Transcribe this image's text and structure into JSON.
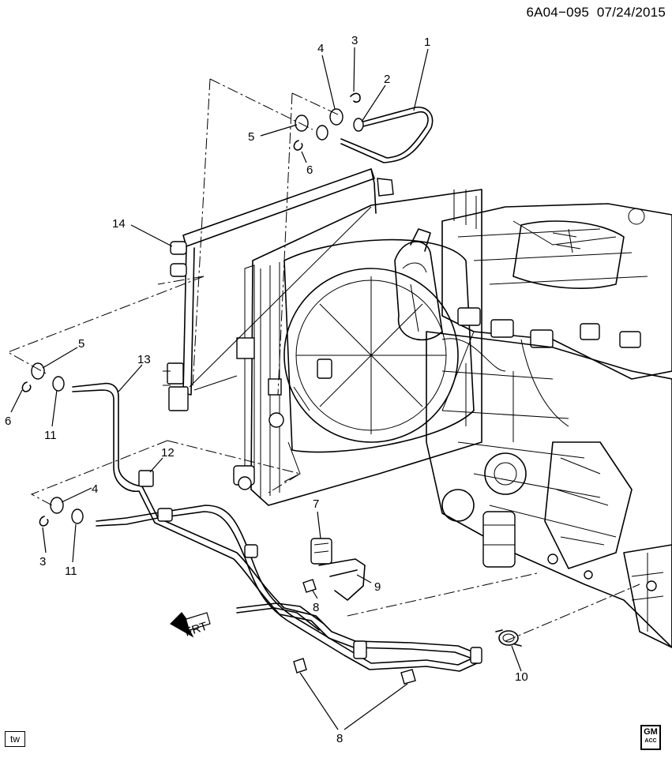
{
  "header": {
    "diagram_id": "6A04−095",
    "date": "07/24/2015"
  },
  "callouts": [
    "1",
    "2",
    "3",
    "4",
    "5",
    "6",
    "14",
    "5",
    "6",
    "11",
    "13",
    "12",
    "4",
    "3",
    "11",
    "7",
    "9",
    "8",
    "10",
    "8"
  ],
  "direction_label": "FRT",
  "corner_box": "tw",
  "logo": {
    "line1": "GM",
    "line2": "ACC"
  }
}
